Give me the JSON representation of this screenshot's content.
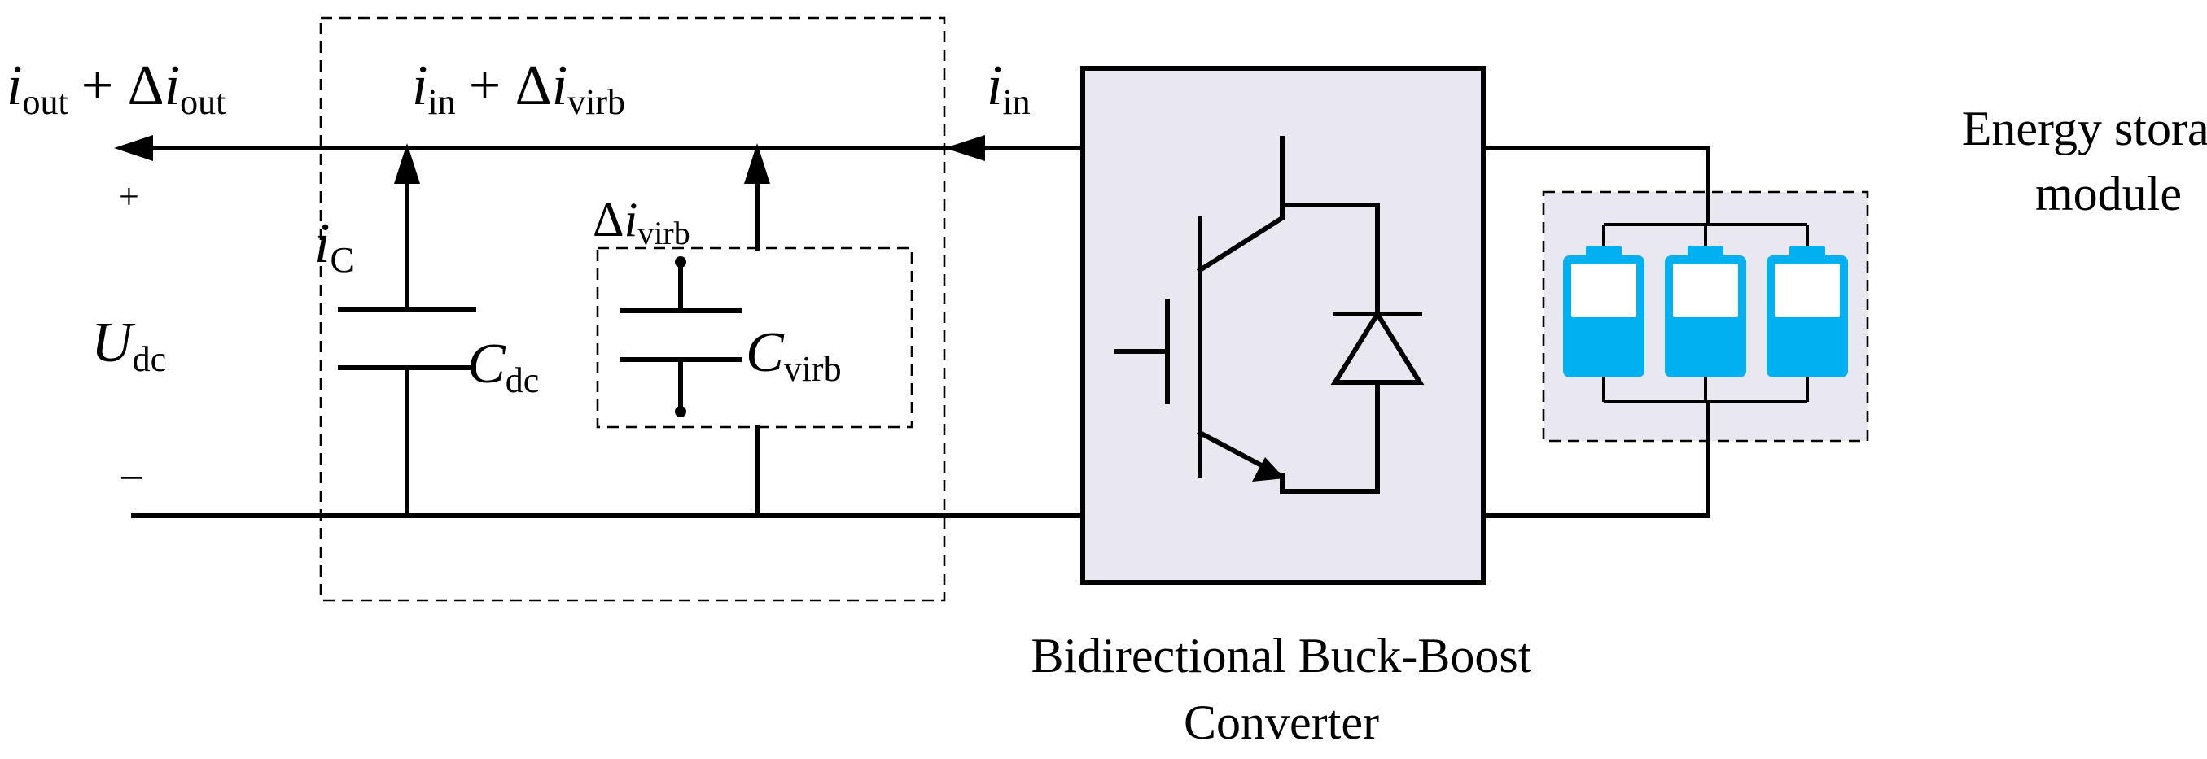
{
  "labels": {
    "i_sym": "i",
    "out_sub": "out",
    "in_sub": "in",
    "virb_sub": "virb",
    "c_sub": "C",
    "dc_sub": "dc",
    "plus_delta": "+ Δ",
    "delta": "Δ",
    "c_sym": "C",
    "u_sym": "U",
    "plus_sign": "+",
    "minus_sign": "−"
  },
  "components": {
    "converter_line1": "Bidirectional Buck-Boost",
    "converter_line2": "Converter",
    "storage_line1": "Energy storage",
    "storage_line2": "module"
  },
  "colors": {
    "wire": "#000000",
    "converter_fill": "#e9e7f0",
    "storage_fill": "#e9e7f0",
    "battery": "#00b0f0"
  }
}
